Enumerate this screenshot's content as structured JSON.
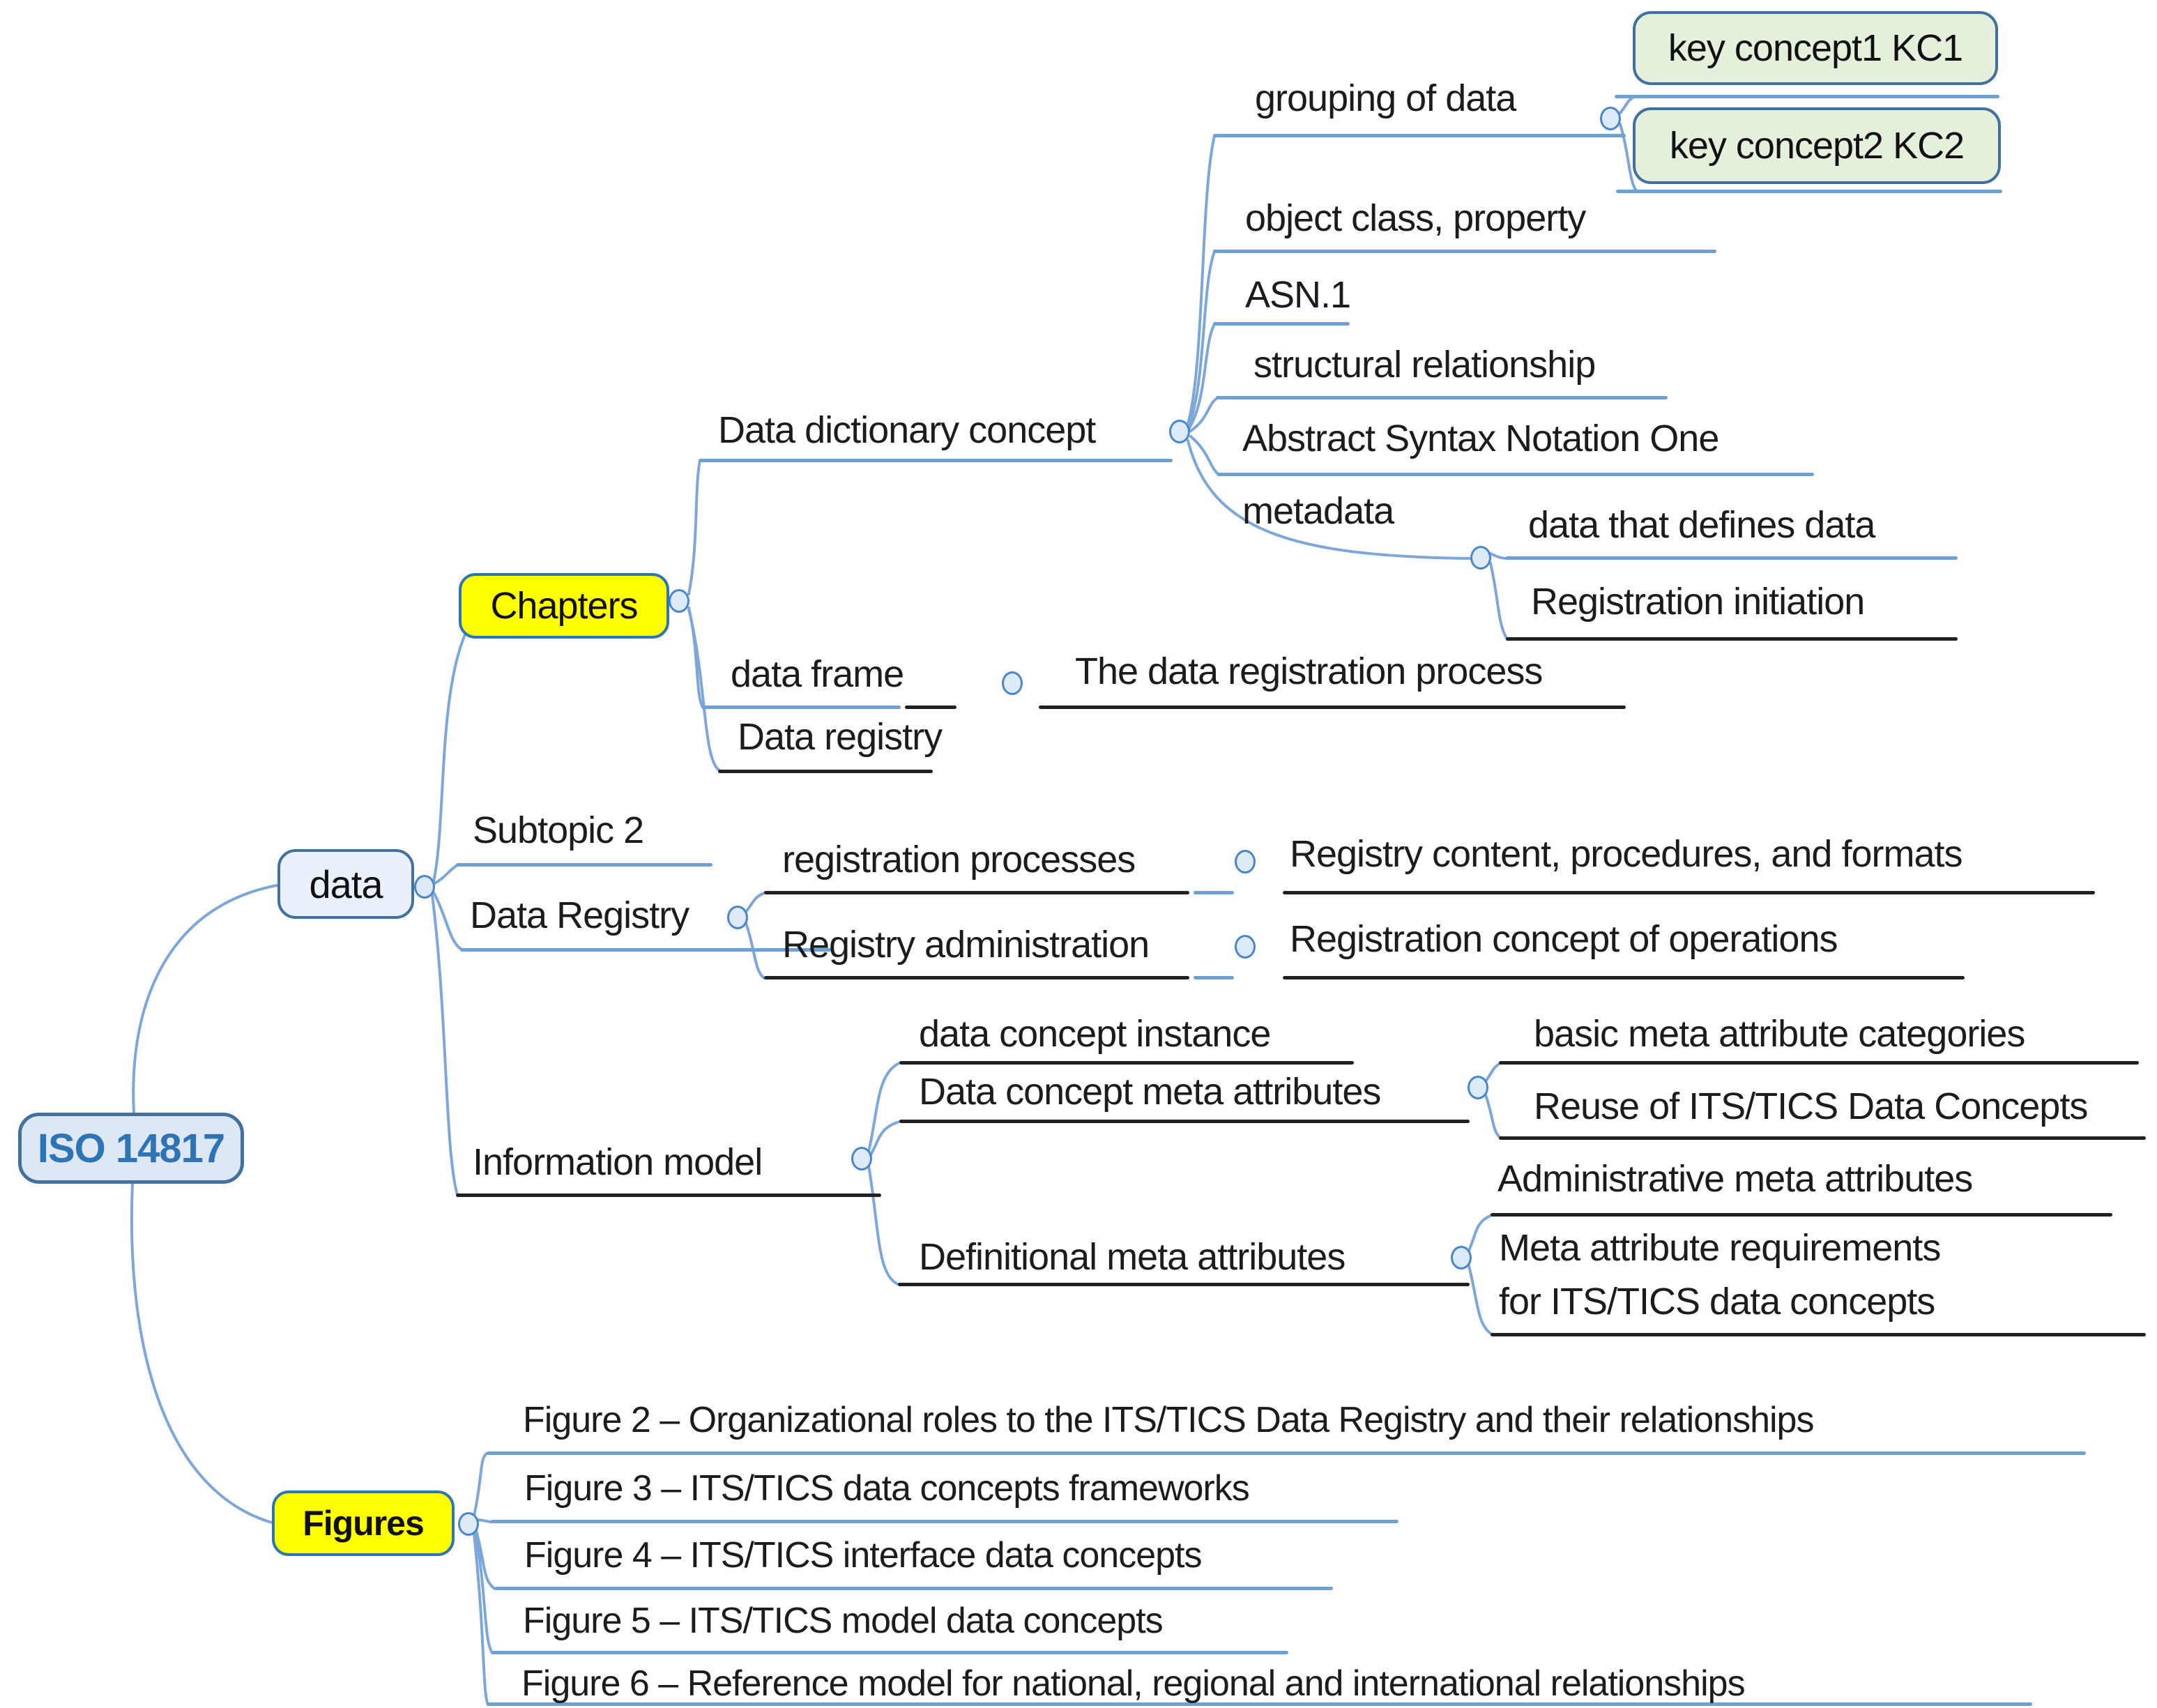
{
  "title": "ISO 14817 mind map",
  "colors": {
    "accent_blue": "#2e75b6",
    "branch_blue": "#7da7d8",
    "branch_black": "#212121",
    "topic_yellow": "#ffff00",
    "topic_green": "#e4efdc",
    "topic_light_blue": "#e9f0f9"
  },
  "topics": {
    "root": "ISO 14817",
    "data": "data",
    "chapters": "Chapters",
    "figures": "Figures",
    "data_dictionary_concept": "Data dictionary concept",
    "grouping_of_data": "grouping of data",
    "key_concept1": "key concept1 KC1",
    "key_concept2": "key concept2 KC2",
    "object_class_property": "object class, property",
    "asn1": "ASN.1",
    "structural_relationship": "structural relationship",
    "abstract_syntax_notation_one": "Abstract Syntax Notation One",
    "metadata": "metadata",
    "data_that_defines_data": "data that defines data",
    "registration_initiation": "Registration initiation",
    "data_frame": "data frame",
    "the_data_registration_process": "The data registration process",
    "data_registry_chapter": "Data registry",
    "subtopic_2": "Subtopic 2",
    "data_registry": "Data Registry",
    "registration_processes": "registration processes",
    "registry_content_procedures_formats": "Registry content, procedures, and formats",
    "registry_administration": "Registry administration",
    "registration_concept_of_operations": "Registration concept of operations",
    "information_model": "Information model",
    "data_concept_instance": "data concept instance",
    "data_concept_meta_attributes": "Data concept meta attributes",
    "basic_meta_attribute_categories": "basic meta attribute categories",
    "reuse_of_its_tics_data_concepts": "Reuse of ITS/TICS Data Concepts",
    "definitional_meta_attributes": "Definitional meta attributes",
    "administrative_meta_attributes": "Administrative meta attributes",
    "meta_attribute_requirements": "Meta attribute requirements for ITS/TICS data concepts"
  },
  "figure_list": [
    "Figure 2 – Organizational roles to the ITS/TICS Data Registry and their relationships",
    "Figure 3 – ITS/TICS data concepts frameworks",
    "Figure 4 – ITS/TICS interface data concepts",
    "Figure 5 – ITS/TICS model data concepts",
    "Figure 6 – Reference model for national, regional and international relationships"
  ]
}
